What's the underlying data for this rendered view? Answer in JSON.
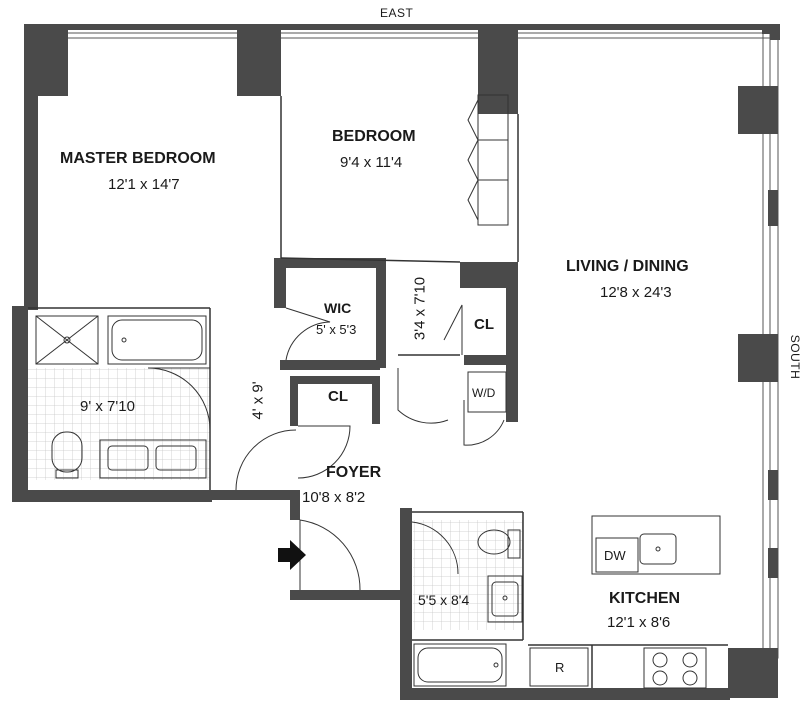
{
  "compass": {
    "north_edge": "EAST",
    "right_edge": "SOUTH"
  },
  "rooms": {
    "master_bedroom": {
      "name": "MASTER BEDROOM",
      "dims": "12'1 x 14'7"
    },
    "bedroom": {
      "name": "BEDROOM",
      "dims": "9'4 x 11'4"
    },
    "living_dining": {
      "name": "LIVING / DINING",
      "dims": "12'8 x 24'3"
    },
    "wic": {
      "name": "WIC",
      "dims": "5' x 5'3"
    },
    "closet_living": {
      "name": "CL"
    },
    "closet_foyer": {
      "name": "CL"
    },
    "hall_dims": "3'4 x 7'10",
    "foyer_hall_dims": "4' x 9'",
    "washer_dryer": "W/D",
    "master_bath": {
      "dims": "9' x 7'10"
    },
    "foyer": {
      "name": "FOYER",
      "dims": "10'8 x 8'2"
    },
    "bath2": {
      "dims": "5'5 x 8'4"
    },
    "kitchen": {
      "name": "KITCHEN",
      "dims": "12'1 x 8'6"
    },
    "dishwasher": "DW",
    "refrigerator": "R"
  },
  "colors": {
    "wall": "#4a4a4a",
    "line": "#333333",
    "tile": "#c8c8c8"
  }
}
